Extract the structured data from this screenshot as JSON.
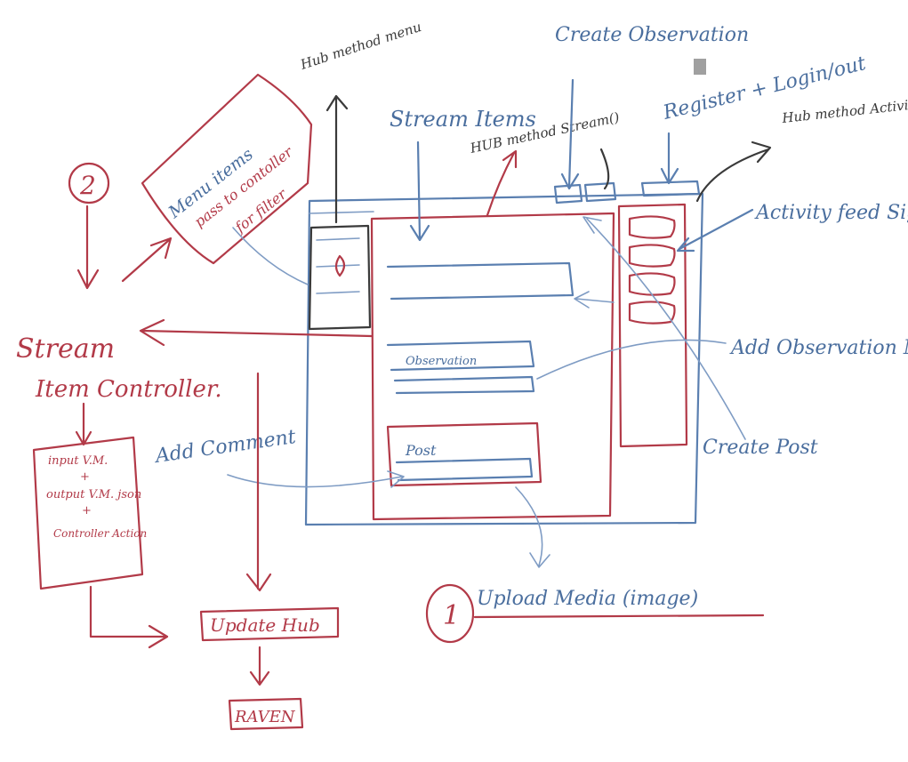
{
  "labels": {
    "hub_method_menu": "Hub method menu",
    "menu_items": "Menu items",
    "pass_to_controller": "pass to contoller",
    "for_filter": "for filter",
    "step_two": "2",
    "stream_items": "Stream Items",
    "hub_method_stream": "HUB method Stream()",
    "create_observation": "Create Observation",
    "register_login": "Register + Login/out",
    "hub_method_activity": "Hub method Activity()",
    "activity_feed": "Activity feed SignalR",
    "add_observation_note": "Add Observation Note",
    "create_post": "Create Post",
    "add_comment": "Add Comment",
    "stream_item_controller_1": "Stream",
    "stream_item_controller_2": "Item Controller.",
    "controller_box_1": "input V.M.",
    "controller_box_plus_1": "+",
    "controller_box_2": "output V.M. json",
    "controller_box_plus_2": "+",
    "controller_box_3": "Controller Action",
    "update_hub": "Update Hub",
    "raven": "RAVEN",
    "step_one": "1",
    "upload_media": "Upload Media (image)",
    "observation_card": "Observation",
    "post_card": "Post"
  },
  "colors": {
    "blue_marker": "#4a6e9e",
    "red_marker": "#b23a48",
    "black_marker": "#3a3a3a"
  }
}
